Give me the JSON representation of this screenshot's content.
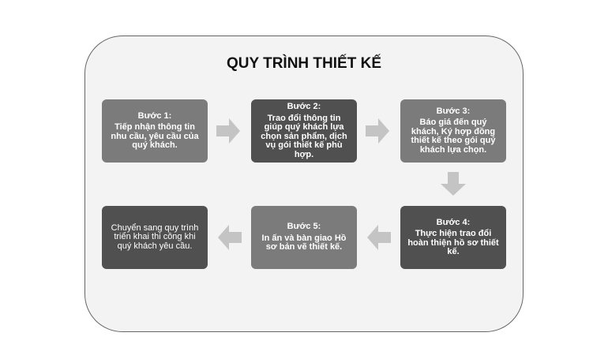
{
  "title": "QUY TRÌNH THIẾT KẾ",
  "steps": [
    {
      "heading": "Bước 1:",
      "text": "Tiếp nhận thông tin nhu cầu, yêu cầu của quý khách."
    },
    {
      "heading": "Bước 2:",
      "text": "Trao đổi thông tin giúp quý khách lựa chọn sản phẩm, dịch vụ gói thiết kế phù hợp."
    },
    {
      "heading": "Bước 3:",
      "text": "Báo giá đến quý khách, Ký hợp đồng thiết kế  theo gói quý khách lựa chọn."
    },
    {
      "heading": "Bước 4:",
      "text": "Thực hiện trao đổi hoàn thiện hồ sơ thiết kế."
    },
    {
      "heading": "Bước 5:",
      "text": "In ấn và bàn giao Hồ sơ bản vẽ thiết kế."
    },
    {
      "text": "Chuyển sang quy trình triển khai thi công khi quý khách yêu cầu."
    }
  ],
  "colors": {
    "light_box": "#7b7b7b",
    "dark_box": "#505050",
    "arrow": "#c4c4c4",
    "frame": "#f3f3f3"
  }
}
